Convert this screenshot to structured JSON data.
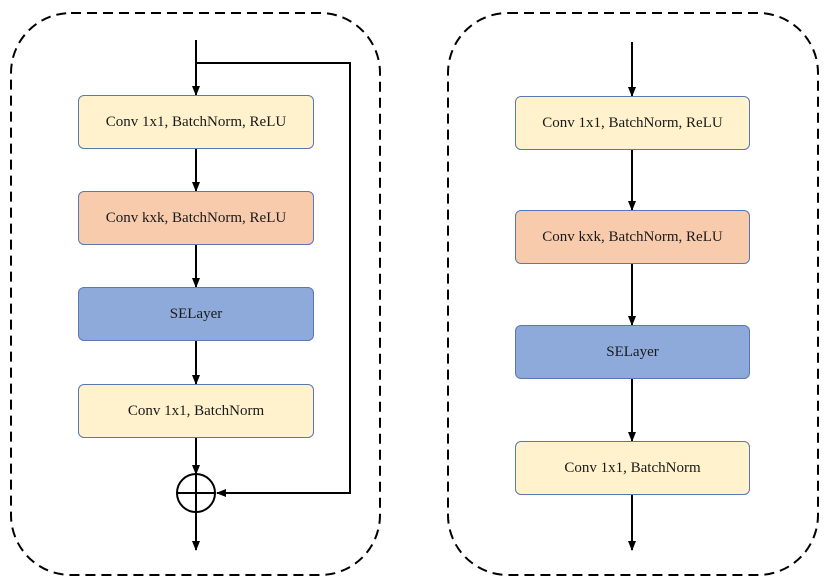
{
  "colors": {
    "conv_1x1": "#fff2cc",
    "conv_kxk": "#f8cbad",
    "selayer": "#8eaadb",
    "border": "#5a78b0"
  },
  "left_block": {
    "conv1_label": "Conv 1x1, BatchNorm, ReLU",
    "convk_label": "Conv kxk, BatchNorm, ReLU",
    "se_label": "SELayer",
    "conv2_label": "Conv 1x1, BatchNorm"
  },
  "right_block": {
    "conv1_label": "Conv 1x1, BatchNorm, ReLU",
    "convk_label": "Conv kxk, BatchNorm, ReLU",
    "se_label": "SELayer",
    "conv2_label": "Conv 1x1, BatchNorm"
  }
}
